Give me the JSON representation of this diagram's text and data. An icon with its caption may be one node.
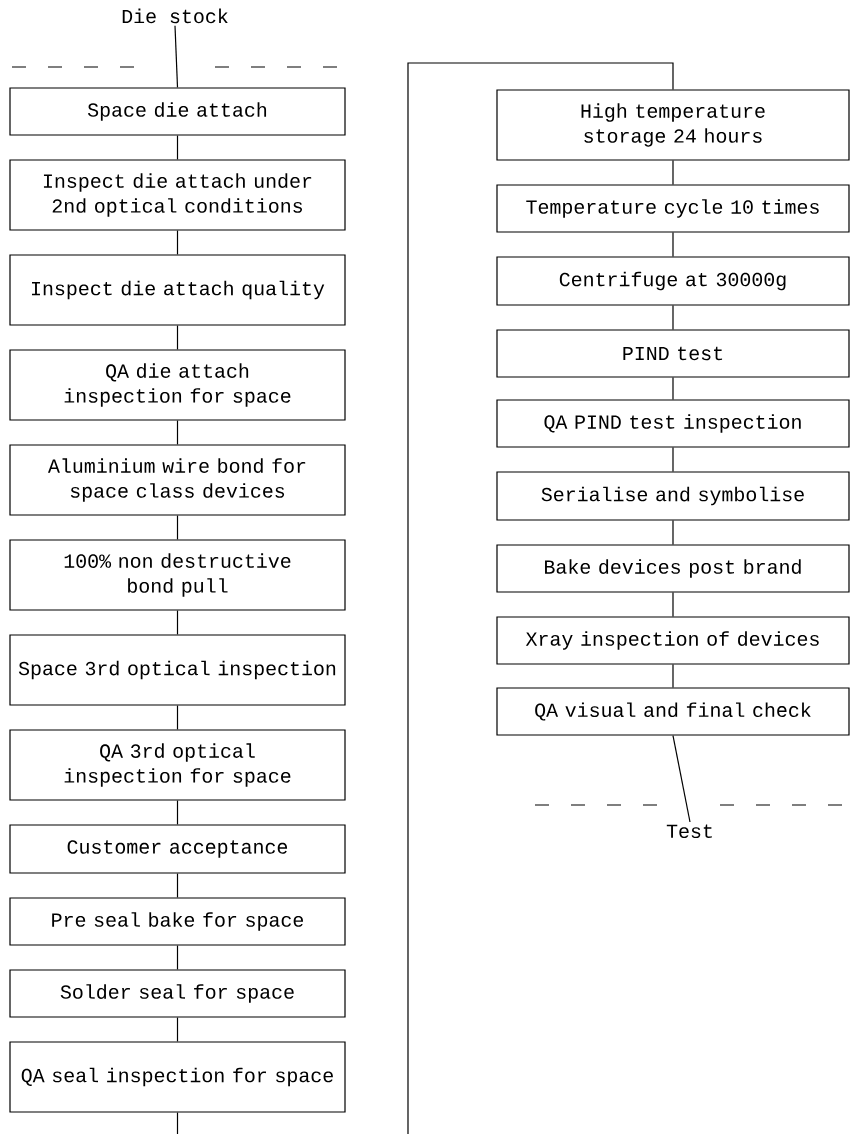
{
  "diagram": {
    "nodes": [
      {
        "text": [
          "Die stock"
        ]
      },
      {
        "text": [
          "Space die attach"
        ]
      },
      {
        "text": [
          "Inspect die attach under 2nd optical conditions"
        ]
      },
      {
        "text": [
          "Inspect die attach quality"
        ]
      },
      {
        "text": [
          "QA die attach inspection for space"
        ]
      },
      {
        "text": [
          "Aluminium wire bond for space class devices"
        ]
      },
      {
        "text": [
          "100% non destructive bond pull"
        ]
      },
      {
        "text": [
          "Space 3rd optical inspection"
        ]
      },
      {
        "text": [
          "QA 3rd optical inspection for space"
        ]
      },
      {
        "text": [
          "Customer acceptance"
        ]
      },
      {
        "text": [
          "Pre seal bake for space"
        ]
      },
      {
        "text": [
          "Solder seal for space"
        ]
      },
      {
        "text": [
          "QA seal inspection for space"
        ]
      },
      {
        "text": [
          "High temperature storage 24 hours"
        ]
      },
      {
        "text": [
          "Temperature cycle 10 times"
        ]
      },
      {
        "text": [
          "Centrifuge at 30000g"
        ]
      },
      {
        "text": [
          "PIND test"
        ]
      },
      {
        "text": [
          "QA PIND test inspection"
        ]
      },
      {
        "text": [
          "Serialise and symbolise"
        ]
      },
      {
        "text": [
          "Bake devices post brand"
        ]
      },
      {
        "text": [
          "Xray inspection of devices"
        ]
      },
      {
        "text": [
          "QA visual and final check"
        ]
      },
      {
        "text": [
          "Test"
        ]
      }
    ],
    "edges": [
      {
        "from": 0,
        "to": 1,
        "arrow": "none"
      },
      {
        "from": 1,
        "to": 2,
        "arrow": "none"
      },
      {
        "from": 2,
        "to": 3,
        "arrow": "none"
      },
      {
        "from": 3,
        "to": 4,
        "arrow": "none"
      },
      {
        "from": 4,
        "to": 5,
        "arrow": "none"
      },
      {
        "from": 5,
        "to": 6,
        "arrow": "none"
      },
      {
        "from": 6,
        "to": 7,
        "arrow": "none"
      },
      {
        "from": 7,
        "to": 8,
        "arrow": "none"
      },
      {
        "from": 8,
        "to": 9,
        "arrow": "none"
      },
      {
        "from": 9,
        "to": 10,
        "arrow": "none"
      },
      {
        "from": 10,
        "to": 11,
        "arrow": "none"
      },
      {
        "from": 11,
        "to": 12,
        "arrow": "none"
      },
      {
        "from": 12,
        "to": null,
        "arrow": "none"
      },
      {
        "from": null,
        "to": 13,
        "arrow": "none"
      },
      {
        "from": 13,
        "to": 14,
        "arrow": "none"
      },
      {
        "from": 14,
        "to": 15,
        "arrow": "none"
      },
      {
        "from": 15,
        "to": 16,
        "arrow": "none"
      },
      {
        "from": 16,
        "to": 17,
        "arrow": "none"
      },
      {
        "from": 17,
        "to": 18,
        "arrow": "none"
      },
      {
        "from": 18,
        "to": 19,
        "arrow": "none"
      },
      {
        "from": 19,
        "to": 20,
        "arrow": "none"
      },
      {
        "from": 20,
        "to": 21,
        "arrow": "none"
      },
      {
        "from": 21,
        "to": 22,
        "arrow": "none"
      }
    ]
  }
}
